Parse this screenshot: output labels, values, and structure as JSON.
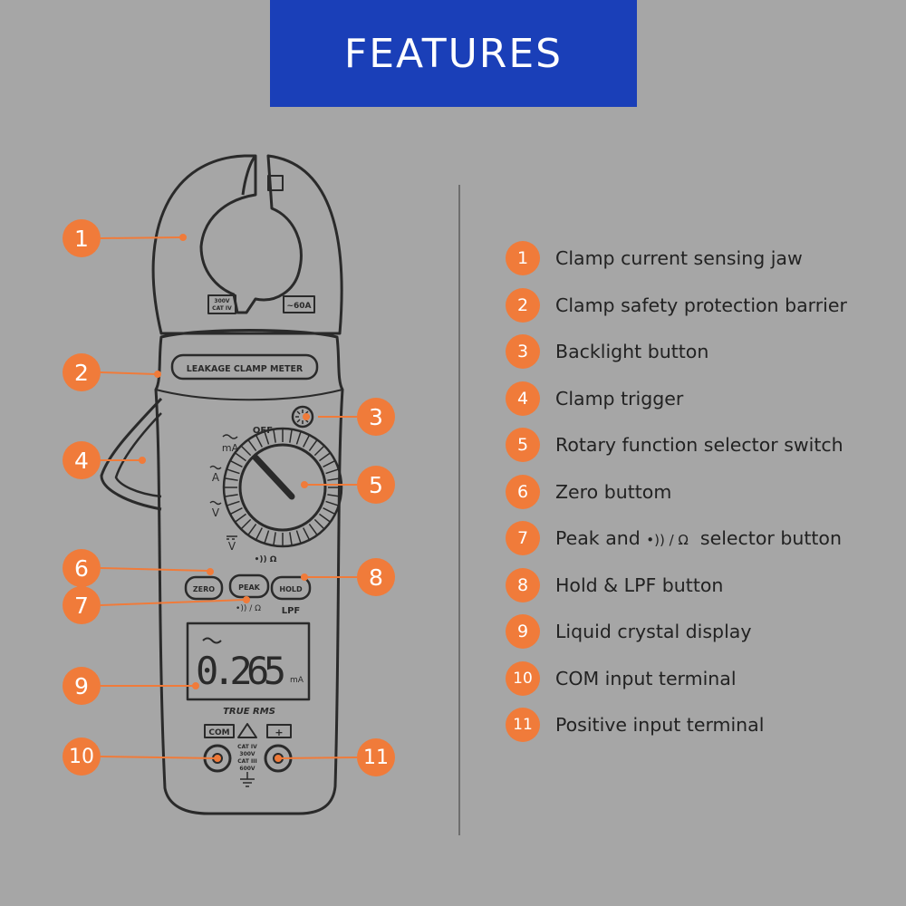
{
  "header": {
    "title": "FEATURES"
  },
  "colors": {
    "background": "#a6a6a6",
    "banner": "#1a3fb8",
    "accent": "#f07b3a",
    "outline": "#2a2a2a"
  },
  "meter": {
    "cat_label_1": "300V",
    "cat_label_2": "CAT IV",
    "range_label": "~60A",
    "model_label": "LEAKAGE CLAMP METER",
    "dial_off": "OFF",
    "dial_ma": "mA",
    "dial_a": "A",
    "dial_v": "V",
    "dial_vdc": "V",
    "dial_ohm": "•)) Ω",
    "zero_label": "ZERO",
    "peak_label": "PEAK",
    "hold_label": "HOLD",
    "peak_sub": "•)) / Ω",
    "lpf_label": "LPF",
    "display_value": "0.265",
    "display_unit": "mA",
    "true_rms": "TRUE RMS",
    "com_label": "COM",
    "plus_label": "+",
    "term_1": "CAT IV",
    "term_2": "300V",
    "term_3": "CAT III",
    "term_4": "600V"
  },
  "callouts": [
    "1",
    "2",
    "3",
    "4",
    "5",
    "6",
    "7",
    "8",
    "9",
    "10",
    "11"
  ],
  "legend": [
    {
      "num": "1",
      "label": "Clamp current sensing jaw"
    },
    {
      "num": "2",
      "label": "Clamp safety protection barrier"
    },
    {
      "num": "3",
      "label": "Backlight button"
    },
    {
      "num": "4",
      "label": "Clamp trigger"
    },
    {
      "num": "5",
      "label": "Rotary function selector switch"
    },
    {
      "num": "6",
      "label": "Zero buttom"
    },
    {
      "num": "7",
      "label_pre": "Peak and ",
      "label_sym": "•)) / Ω",
      "label_post": "  selector button"
    },
    {
      "num": "8",
      "label": "Hold & LPF button"
    },
    {
      "num": "9",
      "label": "Liquid crystal display"
    },
    {
      "num": "10",
      "label": "COM input terminal"
    },
    {
      "num": "11",
      "label": "Positive input terminal"
    }
  ]
}
